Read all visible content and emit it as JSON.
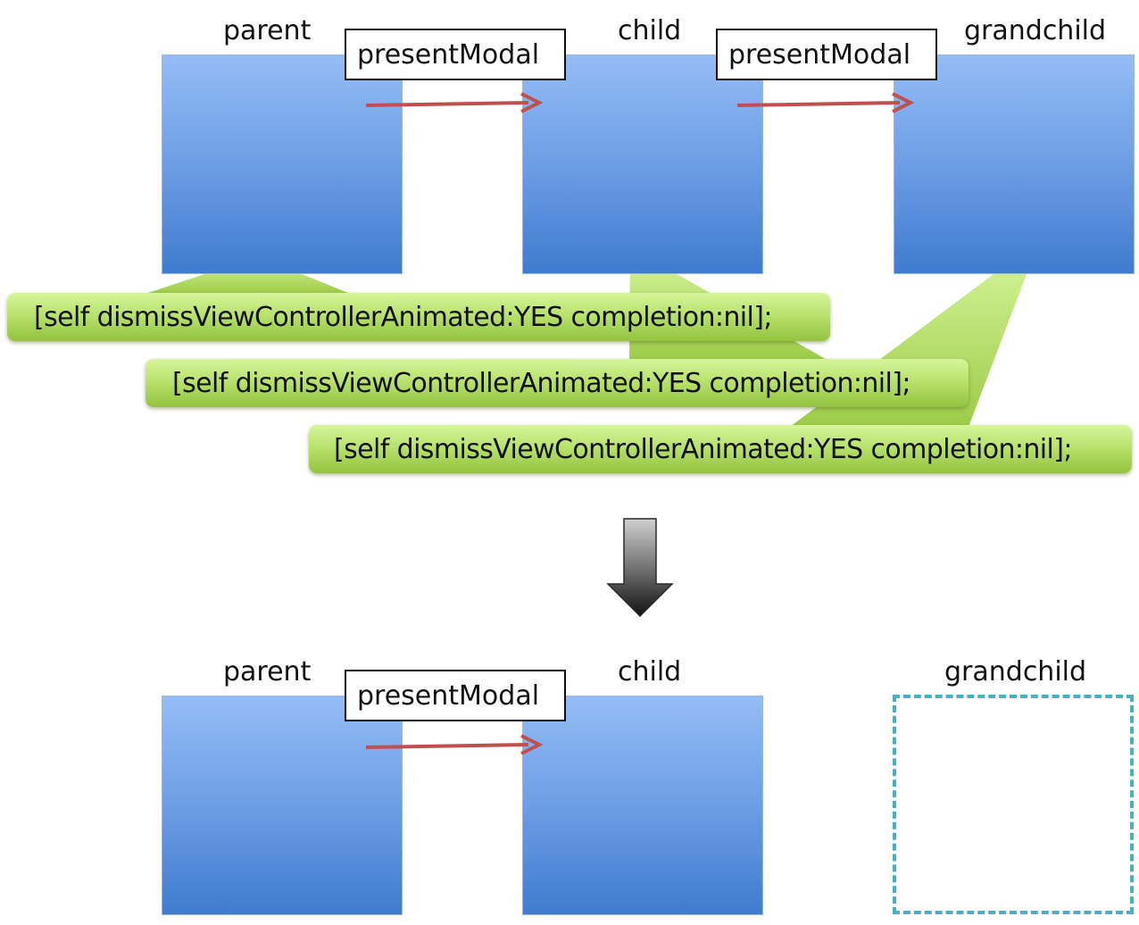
{
  "before": {
    "labels": {
      "parent": "parent",
      "child": "child",
      "grandchild": "grandchild"
    },
    "arrow_labels": [
      "presentModal",
      "presentModal"
    ],
    "dismiss_calls": [
      "[self dismissViewControllerAnimated:YES completion:nil];",
      "[self dismissViewControllerAnimated:YES completion:nil];",
      "[self dismissViewControllerAnimated:YES completion:nil];"
    ]
  },
  "after": {
    "labels": {
      "parent": "parent",
      "child": "child",
      "grandchild": "grandchild"
    },
    "arrow_labels": [
      "presentModal"
    ]
  },
  "colors": {
    "box_top": "#95bcf6",
    "box_bottom": "#3f7bcf",
    "callout_top": "#d6f59a",
    "callout_bottom": "#93c33f",
    "present_arrow": "#c0504d",
    "dismissed_outline": "#4aaec4",
    "transition_arrow_top": "#c9c9c9",
    "transition_arrow_bottom": "#1a1a1a"
  }
}
